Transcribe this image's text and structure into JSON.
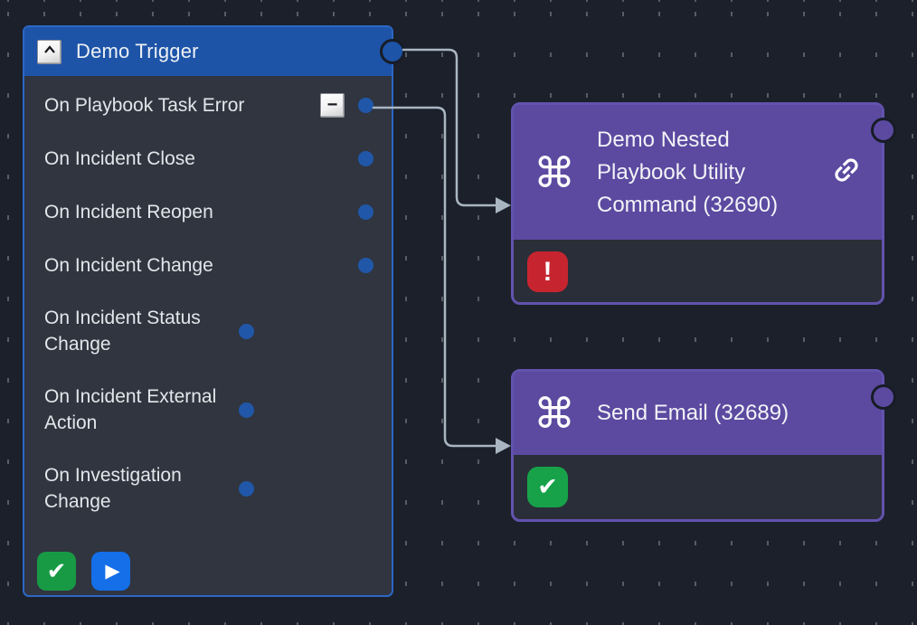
{
  "canvas": {
    "background": "#1b202b",
    "grid_dot_color": "#575c65",
    "connector_color": "#a9b6c2"
  },
  "trigger_panel": {
    "title": "Demo Trigger",
    "collapse_icon": "chevron-up-icon",
    "remove_button_glyph": "−",
    "header_color": "#1d54a8",
    "border_color": "#2c67c5",
    "body_color": "#303540",
    "port_color": "#2057a8",
    "rows": [
      {
        "label": "On Playbook Task Error",
        "has_remove_button": true
      },
      {
        "label": "On Incident Close"
      },
      {
        "label": "On Incident Reopen"
      },
      {
        "label": "On Incident Change"
      },
      {
        "label": "On Incident Status Change"
      },
      {
        "label": "On Incident External Action"
      },
      {
        "label": "On Investigation Change"
      }
    ],
    "footer_buttons": [
      {
        "name": "success-status",
        "icon": "check-icon",
        "glyph": "✔",
        "color": "#189a45"
      },
      {
        "name": "run-trigger",
        "icon": "play-icon",
        "glyph": "▶",
        "color": "#146fe8"
      }
    ]
  },
  "nodes": [
    {
      "title": "Demo Nested Playbook Utility Command (32690)",
      "icon": "command-icon",
      "icon_glyph": "⌘",
      "has_link_icon": true,
      "header_color": "#5b4aa0",
      "border_color": "#6253ae",
      "body_color": "#2a2e38",
      "status": "error",
      "status_glyph": "!",
      "status_color": "#c62530"
    },
    {
      "title": "Send Email (32689)",
      "icon": "command-icon",
      "icon_glyph": "⌘",
      "has_link_icon": false,
      "header_color": "#5b4aa0",
      "border_color": "#6253ae",
      "body_color": "#2a2e38",
      "status": "success",
      "status_glyph": "✔",
      "status_color": "#17a24a"
    }
  ]
}
